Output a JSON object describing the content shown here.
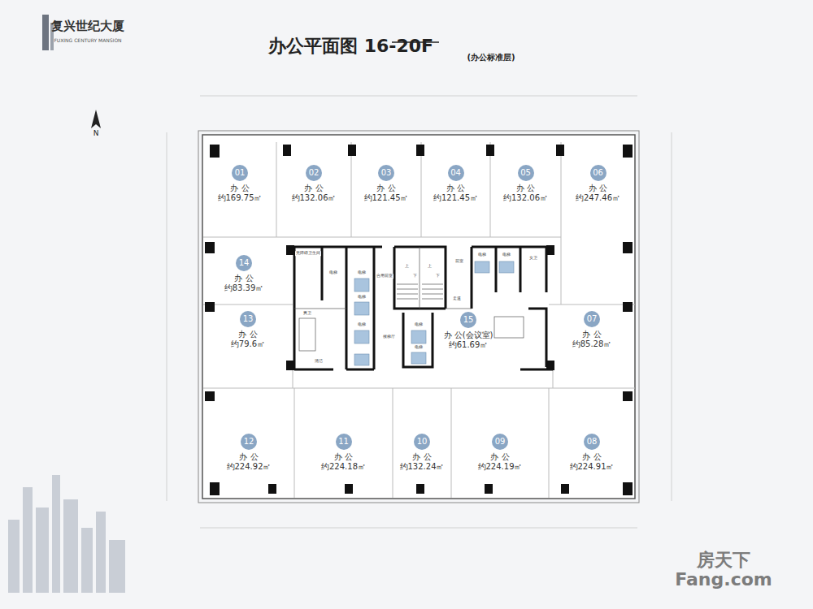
{
  "diagram": {
    "title": "办公平面图 16-20F",
    "nodes": [
      {
        "text": [
          "01",
          "办 公",
          "约169.75㎡"
        ]
      },
      {
        "text": [
          "02",
          "办 公",
          "约132.06㎡"
        ]
      },
      {
        "text": [
          "03",
          "办 公",
          "约121.45㎡"
        ]
      },
      {
        "text": [
          "04",
          "办 公",
          "约121.45㎡"
        ]
      },
      {
        "text": [
          "05",
          "办 公",
          "约132.06㎡"
        ]
      },
      {
        "text": [
          "06",
          "办 公",
          "约247.46㎡"
        ]
      },
      {
        "text": [
          "14",
          "办 公",
          "约83.39㎡"
        ]
      },
      {
        "text": [
          "13",
          "办 公",
          "约79.6㎡"
        ]
      },
      {
        "text": [
          "15",
          "办 公(会议室)",
          "约61.69㎡"
        ]
      },
      {
        "text": [
          "07",
          "办 公",
          "约85.28㎡"
        ]
      },
      {
        "text": [
          "12",
          "办 公",
          "约224.92㎡"
        ]
      },
      {
        "text": [
          "11",
          "办 公",
          "约224.18㎡"
        ]
      },
      {
        "text": [
          "10",
          "办 公",
          "约132.24㎡"
        ]
      },
      {
        "text": [
          "09",
          "办 公",
          "约224.19㎡"
        ]
      },
      {
        "text": [
          "08",
          "办 公",
          "约224.91㎡"
        ]
      }
    ],
    "labels": [
      "复兴世纪大厦",
      "FUXING CENTURY MANSION",
      "(办公标准层)",
      "N",
      "无障碍卫生间",
      "合用前室",
      "上",
      "下",
      "上",
      "下",
      "前室",
      "走道",
      "女卫",
      "男卫",
      "清洁",
      "候梯厅",
      "电梯",
      "电梯",
      "电梯",
      "电梯",
      "电梯",
      "电梯",
      "电梯",
      "电梯",
      "房天下",
      "Fang.com"
    ]
  }
}
